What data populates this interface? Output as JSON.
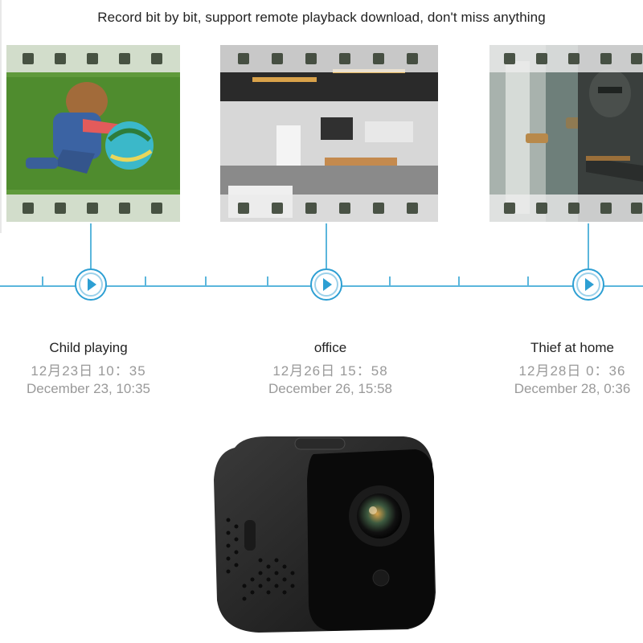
{
  "headline": "Record bit by bit, support remote playback download, don't miss anything",
  "events": [
    {
      "title": "Child playing",
      "time_zh": "12月23日 10：35",
      "time_en": "December 23, 10:35"
    },
    {
      "title": "office",
      "time_zh": "12月26日 15：58",
      "time_en": "December 26, 15:58"
    },
    {
      "title": "Thief at home",
      "time_zh": "12月28日 0：36",
      "time_en": "December 28, 0:36"
    }
  ],
  "colors": {
    "accent": "#2d9fd3",
    "timeline": "#5bb6dc",
    "muted_text": "#999999"
  }
}
